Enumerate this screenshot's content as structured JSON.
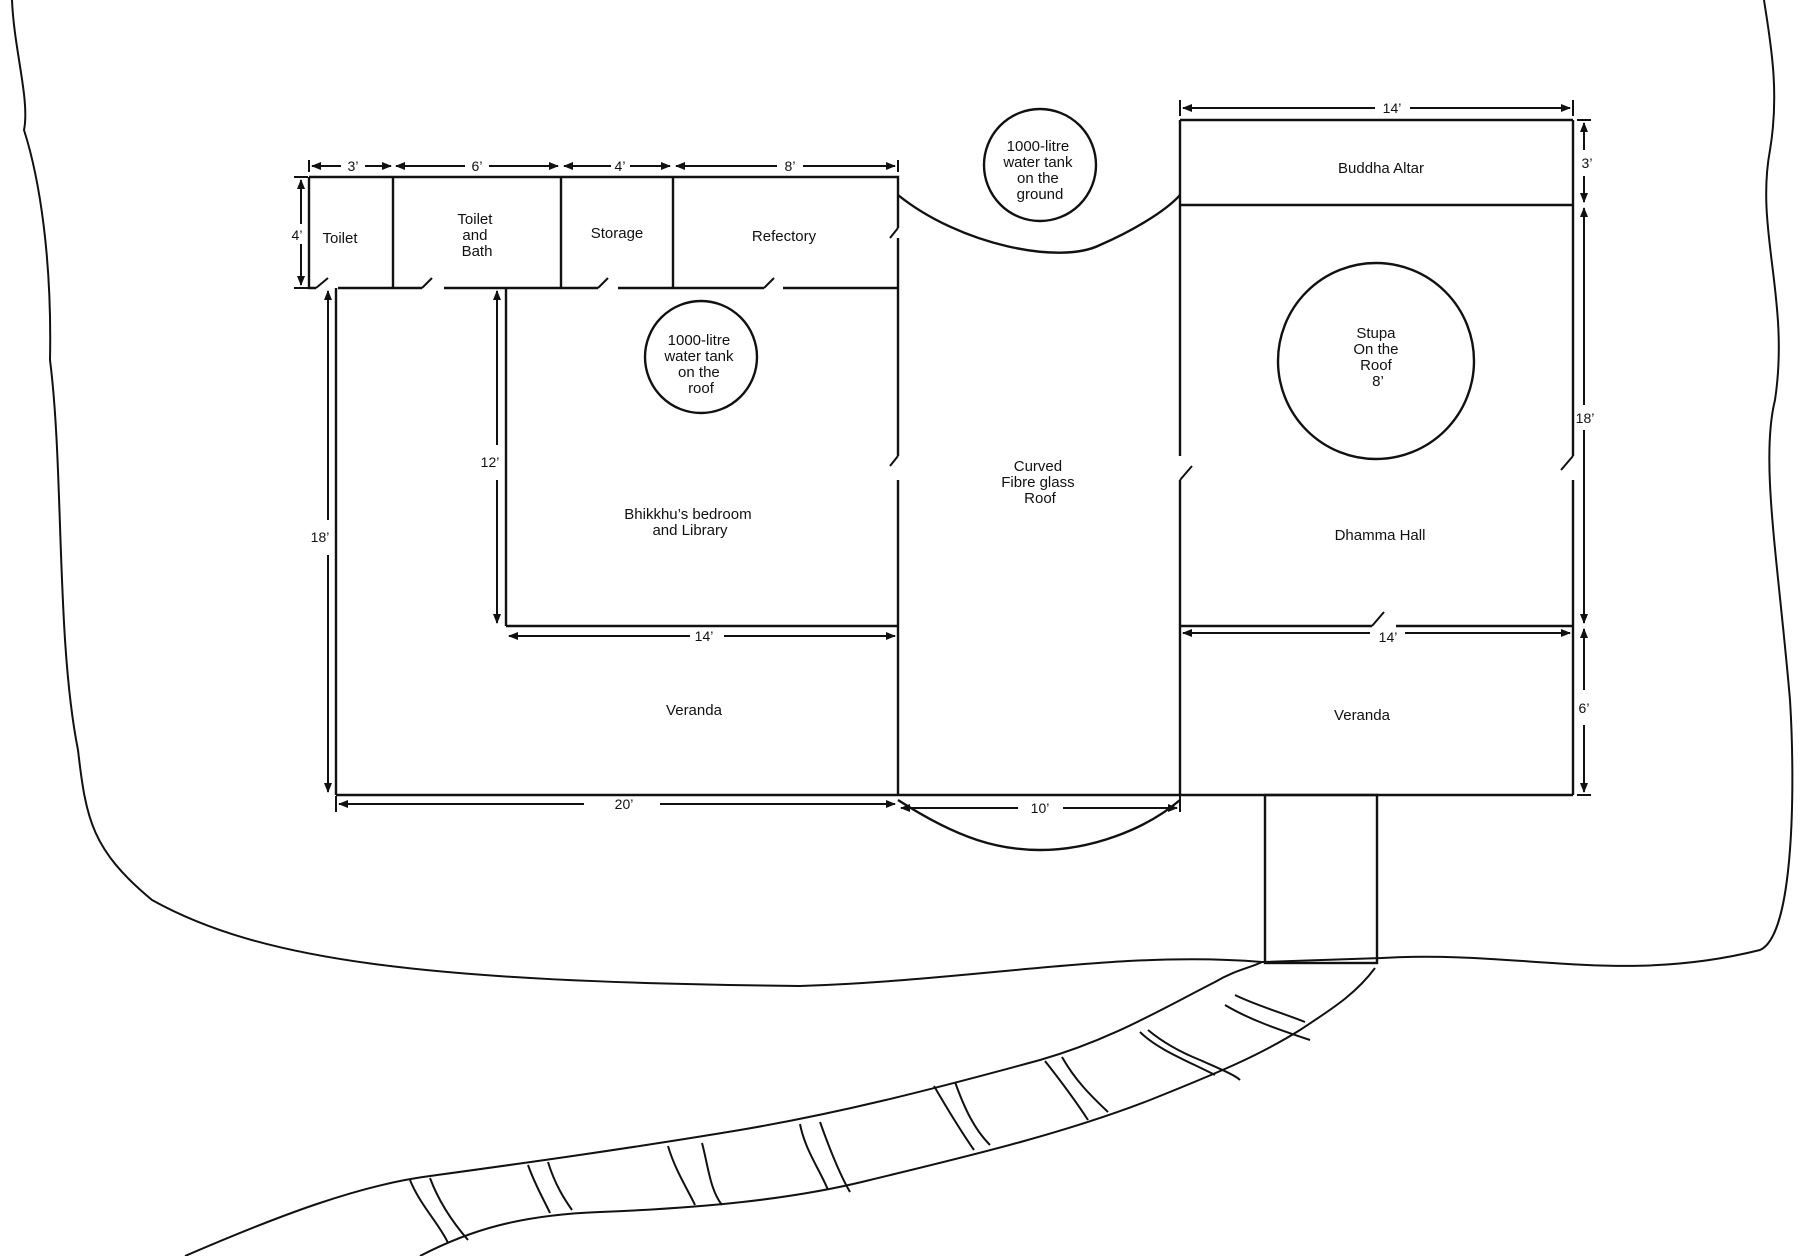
{
  "diagram": {
    "rooms": {
      "toilet": "Toilet",
      "toilet_bath": [
        "Toilet",
        "and",
        "Bath"
      ],
      "storage": "Storage",
      "refectory": "Refectory",
      "tank_roof": [
        "1000-litre",
        "water tank",
        "on the",
        "roof"
      ],
      "bedroom": [
        "Bhikkhu’s bedroom",
        "and Library"
      ],
      "veranda_left": "Veranda",
      "tank_ground": [
        "1000-litre",
        "water tank",
        "on the",
        "ground"
      ],
      "roof": [
        "Curved",
        "Fibre glass",
        "Roof"
      ],
      "buddha_altar": "Buddha Altar",
      "stupa": [
        "Stupa",
        "On the",
        "Roof",
        "8’"
      ],
      "dhamma_hall": "Dhamma Hall",
      "veranda_right": "Veranda"
    },
    "dimensions": {
      "toilet_w": "3’",
      "toilet_bath_w": "6’",
      "storage_w": "4’",
      "refectory_w": "8’",
      "wing_depth": "4’",
      "left_height": "18’",
      "bedroom_height": "12’",
      "bedroom_width": "14’",
      "left_width": "20’",
      "middle_width": "10’",
      "hall_width_top": "14’",
      "altar_depth": "3’",
      "hall_height": "18’",
      "hall_width_bottom": "14’",
      "veranda_depth": "6’"
    },
    "colors": {
      "line": "#111111",
      "background": "#ffffff"
    }
  }
}
